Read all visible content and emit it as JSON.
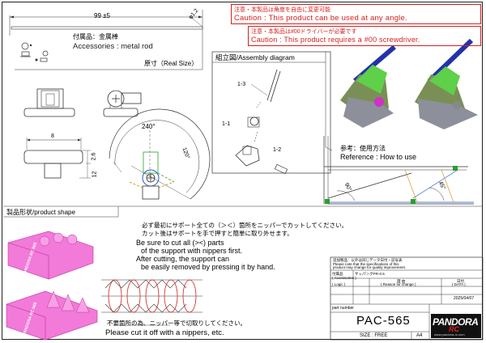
{
  "rod": {
    "length_label": "99 ±5",
    "diameter_label": "φ1.2",
    "accessory_jp": "付属品：金属棒",
    "accessory_en": "Accessories : metal rod",
    "real_size": "原寸（Real Size）"
  },
  "caution1": {
    "jp": "注意・本製品は角度を自由に変更可能",
    "en": "Caution : This product can be used at any angle."
  },
  "caution2": {
    "jp": "注意・本製品は#00ドライバーが必要です",
    "en": "Caution : This product requires a #00 screwdriver."
  },
  "assembly": {
    "title": "組立図/Assembly diagram",
    "labels": [
      "1-3",
      "1-1",
      "1-2"
    ]
  },
  "dimensions": {
    "width": "8",
    "h1": "2.6",
    "h2": "12",
    "angle_outer": "240°",
    "angle_inner": "120°"
  },
  "reference": {
    "jp": "参考：使用方法",
    "en": "Reference : How to use",
    "angle1": "90°",
    "angle2": "45°"
  },
  "product_shape": {
    "title": "製品形状/product shape",
    "product_label": "PANDORA RC 565"
  },
  "instructions": {
    "jp1": "必ず最初にサポート全ての（＞＜）箇所をニッパーでカットしてください。",
    "jp2": "カット後はサポートを手で押すと簡単に取り外せます。",
    "en1": "Be sure to cut all (><) parts",
    "en2": "of the support with nippers first.",
    "en3": "After cutting, the support can",
    "en4": "be easily removed by pressing it by hand.",
    "jp3": "不要箇所の為、ニッパー等で切取りしてください。",
    "en5": "Please cut it off with a nippers, etc."
  },
  "titleblock": {
    "note_jp": "追加製品：以外は同じデータ日付・記号表",
    "note_en1": "Please note that the specifications of this",
    "note_en2": "product may change for quality improvement.",
    "accessories": "付属品\n( Accessories )",
    "row_code": "サッパングPR-0.5",
    "col_reason": "理 由",
    "col_reason_en": "( Reason for change )",
    "col_date": "日付",
    "col_date_en": "( DATA )",
    "logic": "( Logic )",
    "date_value": "2025/04/07",
    "part_number_label": "part number",
    "part_number": "PAC-565",
    "size_label": "SIZE : FREE",
    "paper": "A4"
  },
  "logo": {
    "brand": "PANDORA",
    "mark": "RC",
    "url": "www.pandora-rc.com"
  }
}
